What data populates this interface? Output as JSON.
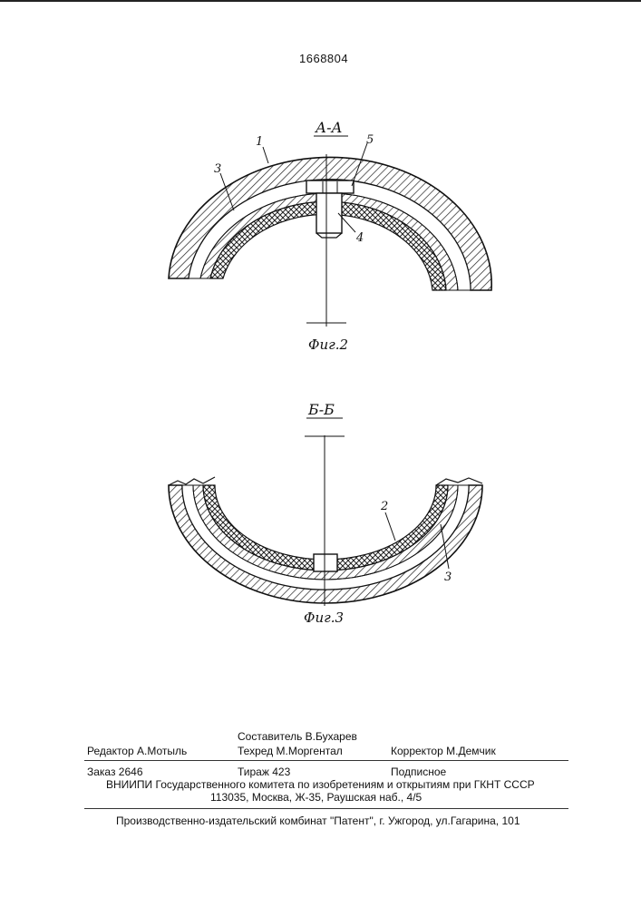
{
  "document": {
    "number": "1668804"
  },
  "figures": [
    {
      "section_label": "А-А",
      "caption": "Фиг.2",
      "callouts": [
        "1",
        "3",
        "5",
        "4"
      ]
    },
    {
      "section_label": "Б-Б",
      "caption": "Фиг.3",
      "callouts": [
        "2",
        "3"
      ]
    }
  ],
  "imprint": {
    "composer": "Составитель В.Бухарев",
    "editor": "Редактор А.Мотыль",
    "techred": "Техред М.Моргентал",
    "corrector": "Корректор М.Демчик",
    "order": "Заказ 2646",
    "circulation": "Тираж 423",
    "subscription": "Подписное",
    "org": "ВНИИПИ Государственного комитета по изобретениям и открытиям при ГКНТ СССР",
    "address": "113035, Москва, Ж-35, Раушская наб., 4/5",
    "publisher": "Производственно-издательский комбинат \"Патент\", г. Ужгород, ул.Гагарина, 101"
  }
}
